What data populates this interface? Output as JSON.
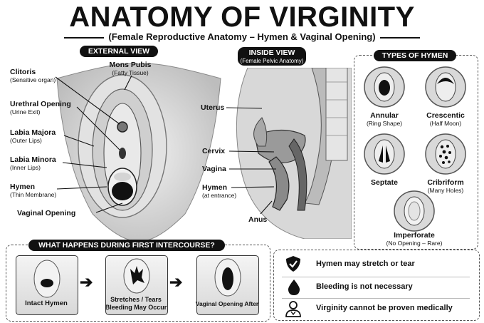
{
  "title": "ANATOMY OF VIRGINITY",
  "subtitle": "(Female Reproductive Anatomy – Hymen & Vaginal Opening)",
  "external": {
    "heading": "EXTERNAL VIEW",
    "mons": {
      "label": "Mons Pubis",
      "sub": "(Fatty Tissue)"
    },
    "labels": [
      {
        "label": "Clitoris",
        "sub": "(Sensitive organ)"
      },
      {
        "label": "Urethral Opening",
        "sub": "(Urine Exit)"
      },
      {
        "label": "Labia Majora",
        "sub": "(Outer Lips)"
      },
      {
        "label": "Labia Minora",
        "sub": "(Inner Lips)"
      },
      {
        "label": "Hymen",
        "sub": "(Thin Membrane)"
      },
      {
        "label": "Vaginal Opening",
        "sub": ""
      }
    ]
  },
  "inside": {
    "heading": "INSIDE VIEW",
    "heading_sub": "(Female Pelvic Anatomy)",
    "labels": [
      {
        "label": "Uterus",
        "sub": ""
      },
      {
        "label": "Cervix",
        "sub": ""
      },
      {
        "label": "Vagina",
        "sub": ""
      },
      {
        "label": "Hymen",
        "sub": "(at entrance)"
      },
      {
        "label": "Anus",
        "sub": ""
      }
    ]
  },
  "types": {
    "heading": "TYPES OF HYMEN",
    "items": [
      {
        "name": "Annular",
        "desc": "(Ring Shape)"
      },
      {
        "name": "Crescentic",
        "desc": "(Half Moon)"
      },
      {
        "name": "Septate",
        "desc": ""
      },
      {
        "name": "Cribriform",
        "desc": "(Many Holes)"
      },
      {
        "name": "Imperforate",
        "desc": "(No Opening – Rare)"
      }
    ]
  },
  "intercourse": {
    "heading": "WHAT HAPPENS DURING FIRST INTERCOURSE?",
    "steps": [
      {
        "caption": "Intact Hymen"
      },
      {
        "caption": "Stretches / Tears\nBleeding May Occur"
      },
      {
        "caption": "Vaginal Opening After"
      }
    ]
  },
  "facts": [
    {
      "text": "Hymen may stretch or tear",
      "icon": "shield-check-icon"
    },
    {
      "text": "Bleeding is not necessary",
      "icon": "drop-icon"
    },
    {
      "text": "Virginity cannot be proven medically",
      "icon": "doctor-icon"
    }
  ]
}
